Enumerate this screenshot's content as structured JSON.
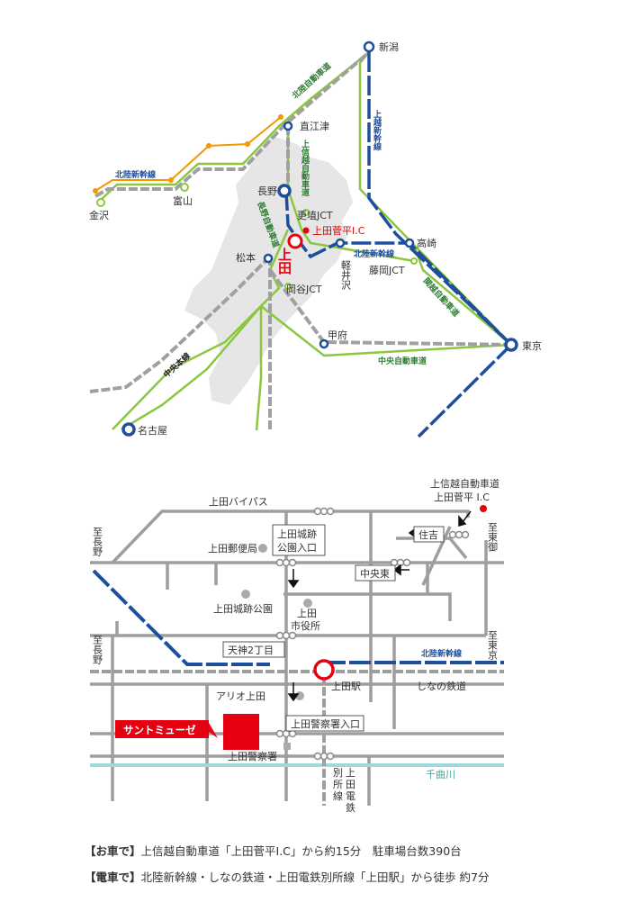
{
  "area_map": {
    "cities": {
      "niigata": "新潟",
      "naoetsu": "直江津",
      "nagano": "長野",
      "toyama": "富山",
      "kanazawa": "金沢",
      "ueda_v": "上田",
      "matsumoto": "松本",
      "takasaki": "高崎",
      "fujioka_jct": "藤岡JCT",
      "koshoku_jct": "更埴JCT",
      "okaya_jct": "岡谷JCT",
      "karuizawa": "軽井沢",
      "kofu": "甲府",
      "tokyo": "東京",
      "nagoya": "名古屋",
      "ueda_ic": "上田菅平I.C"
    },
    "routes": {
      "hokuriku_expressway": "北陸自動車道",
      "joshinetsu_expressway": "上信越自動車道",
      "nagano_expressway": "長野自動車道",
      "kanetsu_expressway": "関越自動車道",
      "chuo_expressway": "中央自動車道",
      "hokuriku_shinkansen_west": "北陸新幹線",
      "hokuriku_shinkansen_east": "北陸新幹線",
      "joetsu_shinkansen": "上越新幹線",
      "chuo_main_line": "中央本線"
    }
  },
  "town_map": {
    "roads": {
      "ueda_bypass": "上田バイパス"
    },
    "directions": {
      "to_nagano_top": "至長野",
      "to_nagano_mid": "至長野",
      "to_higashi_mikado": "至東御",
      "to_tokyo": "至東京"
    },
    "ic_label_line1": "上信越自動車道",
    "ic_label_line2": "上田菅平 I.C",
    "intersections": {
      "sumiyoshi": "住吉",
      "chuo_higashi": "中央東",
      "castle_entrance_line1": "上田城跡",
      "castle_entrance_line2": "公園入口",
      "tenjin": "天神2丁目",
      "police_entrance": "上田警察署入口"
    },
    "places": {
      "post_office": "上田郵便局",
      "castle_park": "上田城跡公園",
      "city_hall_line1": "上田",
      "city_hall_line2": "市役所",
      "ario": "アリオ上田",
      "ueda_station": "上田駅",
      "police": "上田警察署",
      "destination": "サントミューゼ"
    },
    "rail": {
      "shinkansen": "北陸新幹線",
      "shinano": "しなの鉄道",
      "bessho_chars": [
        "別",
        "所",
        "線"
      ],
      "dentetsu_chars": [
        "上",
        "田",
        "電",
        "鉄"
      ]
    },
    "river": "千曲川"
  },
  "access": {
    "car_label": "【お車で】",
    "car_text": "上信越自動車道「上田菅平I.C」から約15分　駐車場台数390台",
    "train_label": "【電車で】",
    "train_text": "北陸新幹線・しなの鉄道・上田電鉄別所線「上田駅」から徒歩 約7分"
  },
  "colors": {
    "expressway": "#8cc63f",
    "shinkansen": "#1e4e9c",
    "jr_line": "#999999",
    "hokuriku_rail_orange": "#f39800",
    "nagano_region": "#e6e6e6",
    "destination": "#e60012",
    "river": "#9fd9d9"
  }
}
